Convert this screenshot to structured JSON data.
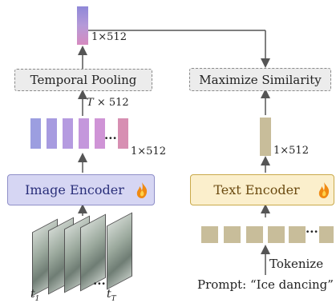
{
  "top_feature": {
    "dim_label": "1×512"
  },
  "temporal_pooling": {
    "label": "Temporal Pooling"
  },
  "maximize_similarity": {
    "label": "Maximize Similarity"
  },
  "frame_features": {
    "top_dim_label": "× 512",
    "top_dim_var": "T",
    "dots": "···",
    "side_dim_label": "1×512"
  },
  "image_encoder": {
    "label": "Image Encoder"
  },
  "text_encoder": {
    "label": "Text Encoder"
  },
  "text_feature": {
    "dim_label": "1×512"
  },
  "tokens": {
    "dots": "···"
  },
  "tokenize": {
    "label": "Tokenize"
  },
  "prompt": {
    "label": "Prompt: “Ice dancing”"
  },
  "frames": {
    "dots": "···",
    "first": "t",
    "first_sub": "1",
    "last": "t",
    "last_sub": "T"
  },
  "colors": {
    "image_encoder_fill": "#d6d6f3",
    "text_encoder_fill": "#fbefcc",
    "token_fill": "#c8bd9a",
    "arrow": "#555555"
  }
}
